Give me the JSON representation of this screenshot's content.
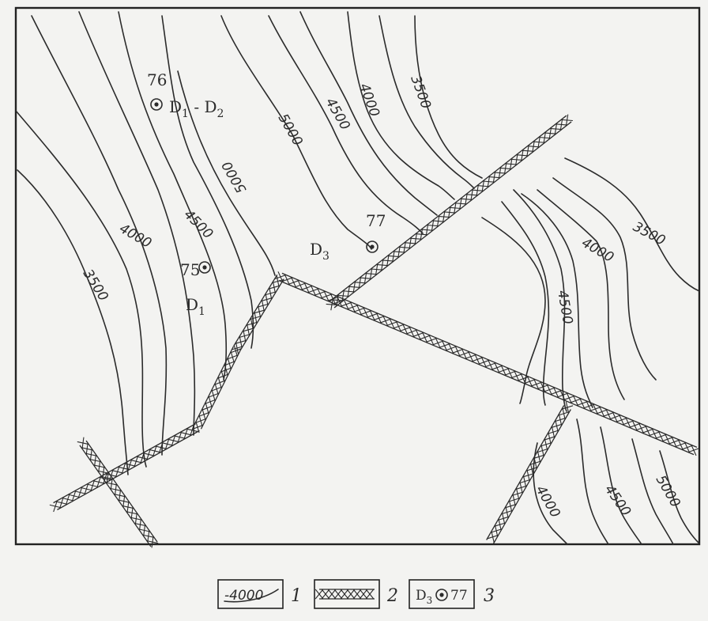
{
  "contours": {
    "l3500_west": "3500",
    "l4000_west": "4000",
    "l4500_west": "4500",
    "l5000_west": "5000",
    "l5000_center": "5000",
    "l4500_center": "4500",
    "l4000_center": "4000",
    "l3500_center": "3500",
    "l3500_east": "3500",
    "l4000_east": "4000",
    "l4500_east": "4500",
    "l4000_south": "4000",
    "l4500_south": "4500",
    "l5000_south": "5000"
  },
  "wells": [
    {
      "number": "76",
      "stratum_main": "D",
      "stratum_sub": "1",
      "separator": " - ",
      "stratum2_main": "D",
      "stratum2_sub": "2"
    },
    {
      "number": "75",
      "stratum_main": "D",
      "stratum_sub": "1"
    },
    {
      "number": "77",
      "stratum_main": "D",
      "stratum_sub": "3"
    }
  ],
  "legend": {
    "item1": {
      "sample_label": "-4000",
      "number": "1"
    },
    "item2": {
      "number": "2"
    },
    "item3": {
      "stratum_main": "D",
      "stratum_sub": "3",
      "well_number": "77",
      "number": "3"
    }
  },
  "colors": {
    "ink": "#2b2b2b",
    "paper": "#f3f3f1"
  }
}
